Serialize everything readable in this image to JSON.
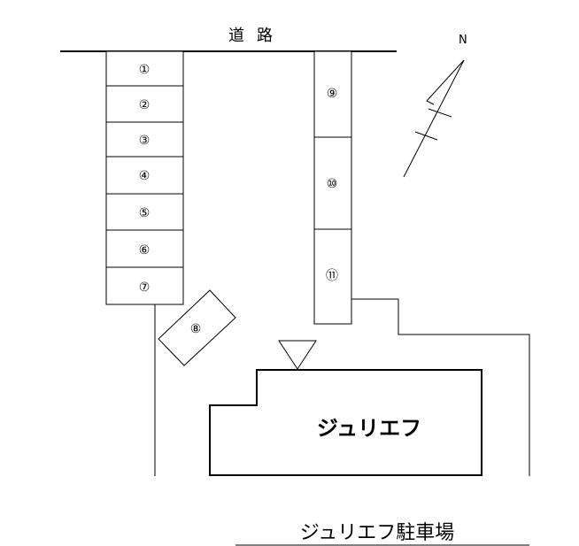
{
  "road_label": "道路",
  "north_label": "N",
  "building_label": "ジュリエフ",
  "title": "ジュリエフ駐車場",
  "slots": [
    "①",
    "②",
    "③",
    "④",
    "⑤",
    "⑥",
    "⑦",
    "⑧",
    "⑨",
    "⑩",
    "⑪"
  ]
}
